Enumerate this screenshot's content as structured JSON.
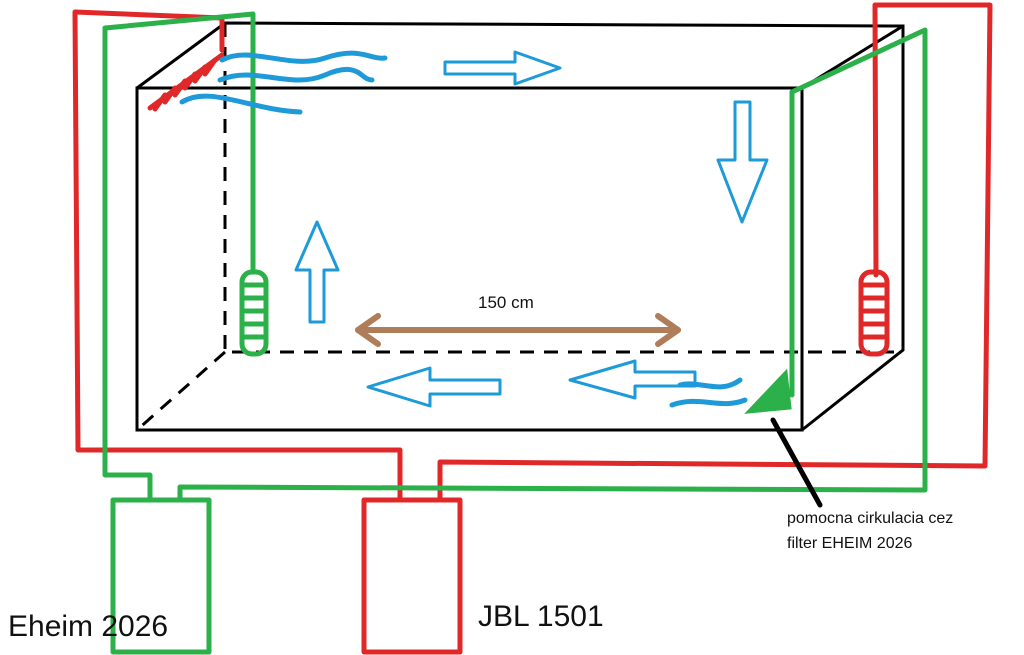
{
  "tank": {
    "length_label": "150 cm"
  },
  "filters": {
    "left": {
      "label": "Eheim 2026"
    },
    "right": {
      "label": "JBL 1501"
    }
  },
  "annotation": {
    "line1": "pomocna cirkulacia cez",
    "line2": "filter EHEIM 2026"
  },
  "colors": {
    "jbl_pipe": "#e02828",
    "eheim_pipe": "#2bb04a",
    "flow_arrow": "#1e9ad8",
    "length_arrow": "#b07d5a",
    "tank_outline": "#000000"
  }
}
